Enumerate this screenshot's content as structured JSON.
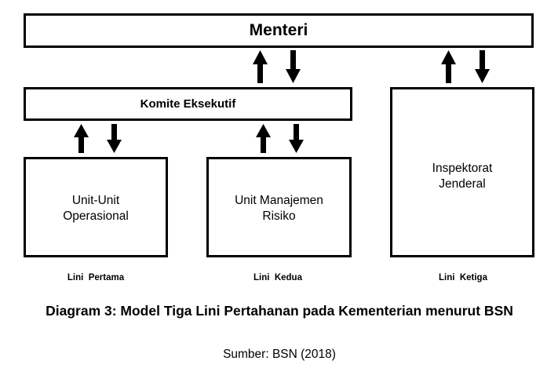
{
  "nodes": {
    "menteri": "Menteri",
    "komite": "Komite Eksekutif",
    "unit_operasional": "Unit-Unit\nOperasional",
    "unit_risiko": "Unit Manajemen\nRisiko",
    "inspektorat": "Inspektorat\nJenderal"
  },
  "lines": {
    "first": "Lini  Pertama",
    "second": "Lini  Kedua",
    "third": "Lini  Ketiga"
  },
  "caption": {
    "title": "Diagram 3: Model Tiga Lini Pertahanan pada Kementerian menurut BSN",
    "source": "Sumber: BSN (2018)"
  },
  "edges": [
    {
      "from": "komite",
      "to": "menteri",
      "direction": "up"
    },
    {
      "from": "menteri",
      "to": "komite",
      "direction": "down"
    },
    {
      "from": "inspektorat",
      "to": "menteri",
      "direction": "up"
    },
    {
      "from": "menteri",
      "to": "inspektorat",
      "direction": "down"
    },
    {
      "from": "unit_operasional",
      "to": "komite",
      "direction": "up"
    },
    {
      "from": "komite",
      "to": "unit_operasional",
      "direction": "down"
    },
    {
      "from": "unit_risiko",
      "to": "komite",
      "direction": "up"
    },
    {
      "from": "komite",
      "to": "unit_risiko",
      "direction": "down"
    }
  ],
  "colors": {
    "stroke": "#000000",
    "background": "#ffffff"
  }
}
